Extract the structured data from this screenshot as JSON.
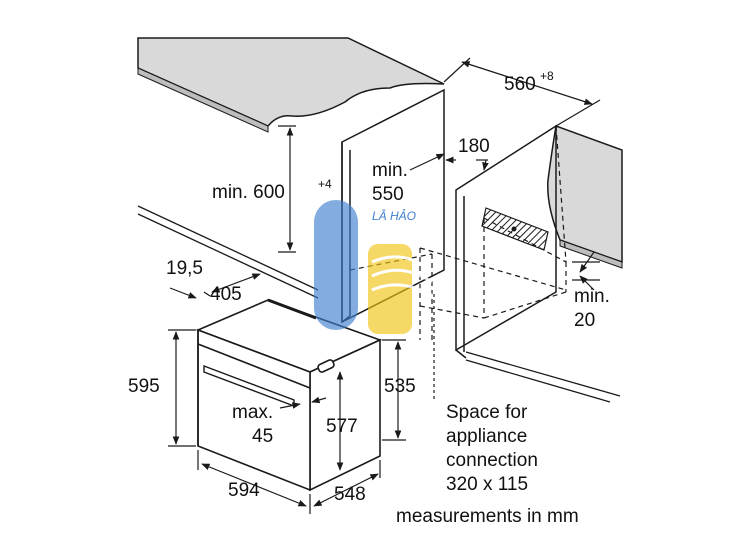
{
  "diagram": {
    "dimensions": {
      "cabinet_width": "560",
      "cabinet_width_tolerance": "+8",
      "cabinet_height_prefix": "min. 600",
      "cabinet_height_tolerance": "+4",
      "cabinet_depth_line1": "min.",
      "cabinet_depth_line2": "550",
      "rear_gap": "180",
      "side_gap_line1": "min.",
      "side_gap_line2": "20",
      "front_offset": "19,5",
      "top_depth": "405",
      "appliance_height": "595",
      "appliance_inner_height": "535",
      "handle_projection_line1": "max.",
      "handle_projection_line2": "45",
      "niche_height": "577",
      "appliance_width": "594",
      "appliance_depth": "548"
    },
    "notes": {
      "connection_line1": "Space for",
      "connection_line2": "appliance",
      "connection_line3": "connection",
      "connection_line4": "320 x 115",
      "units": "measurements in mm"
    },
    "watermark": "LÂ HẢO",
    "colors": {
      "line": "#1a1a1a",
      "worktop": "#d9d9d9",
      "watermark_blue": "#3d7fd0",
      "watermark_yellow": "#f2c30f"
    }
  }
}
